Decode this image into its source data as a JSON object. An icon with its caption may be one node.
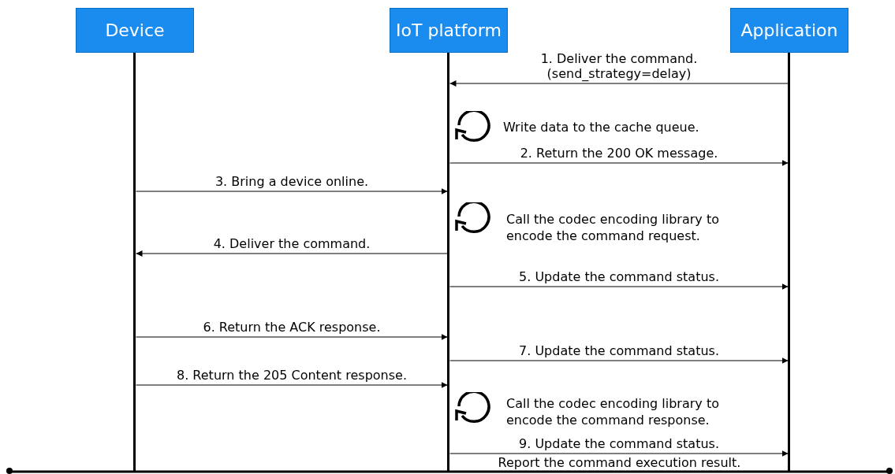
{
  "diagram": {
    "nodes": [
      {
        "text": [
          "Device"
        ]
      },
      {
        "text": [
          "IoT platform"
        ]
      },
      {
        "text": [
          "Application"
        ]
      }
    ],
    "edges": [
      {
        "from": 2,
        "to": 1,
        "arrow": "to",
        "label": "1. Deliver the command. (send_strategy=delay)"
      },
      {
        "from": 1,
        "to": 2,
        "arrow": "to",
        "label": "2. Return the 200 OK message."
      },
      {
        "from": 0,
        "to": 1,
        "arrow": "to",
        "label": "3. Bring a device online."
      },
      {
        "from": 1,
        "to": 0,
        "arrow": "to",
        "label": "4. Deliver the command."
      },
      {
        "from": 1,
        "to": 2,
        "arrow": "to",
        "label": "5. Update the command status."
      },
      {
        "from": 0,
        "to": 1,
        "arrow": "to",
        "label": "6. Return the ACK response."
      },
      {
        "from": 1,
        "to": 2,
        "arrow": "to",
        "label": "7. Update the command status."
      },
      {
        "from": 0,
        "to": 1,
        "arrow": "to",
        "label": "8. Return the 205 Content response."
      },
      {
        "from": 1,
        "to": 2,
        "arrow": "to",
        "label": "9. Update the command status."
      }
    ],
    "labels": [
      "Write data to the cache queue.",
      "Call the codec encoding library to encode the command request.",
      "Call the codec encoding library to encode the command response.",
      "Report the command execution result."
    ]
  }
}
